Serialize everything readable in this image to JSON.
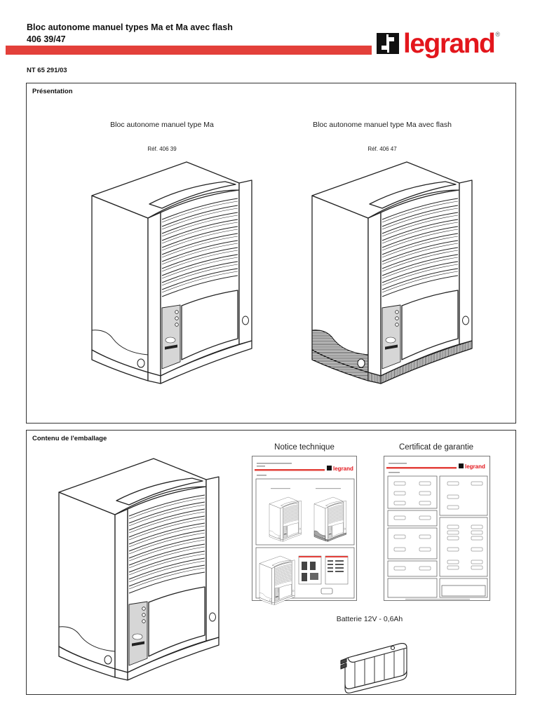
{
  "header": {
    "title": "Bloc autonome manuel types Ma et Ma avec flash",
    "reference": "406 39/47",
    "notice_number": "NT 65 291/03",
    "brand": "legrand",
    "brand_mark": "®",
    "accent_color": "#e3403a",
    "brand_color": "#e3161c"
  },
  "presentation": {
    "title": "Présentation",
    "products": [
      {
        "name": "Bloc autonome manuel type Ma",
        "ref": "Réf. 406 39",
        "variant": "standard"
      },
      {
        "name": "Bloc autonome manuel type Ma avec flash",
        "ref": "Réf. 406 47",
        "variant": "flash"
      }
    ]
  },
  "package_contents": {
    "title": "Contenu de l'emballage",
    "items": [
      {
        "label": "Notice technique",
        "kind": "document"
      },
      {
        "label": "Certificat de garantie",
        "kind": "warranty"
      },
      {
        "label": "Batterie 12V - 0,6Ah",
        "kind": "battery"
      }
    ]
  },
  "icons": {
    "logo": "legrand-square-logo-icon",
    "device": "emergency-lighting-unit-illustration",
    "battery": "battery-pack-illustration"
  }
}
